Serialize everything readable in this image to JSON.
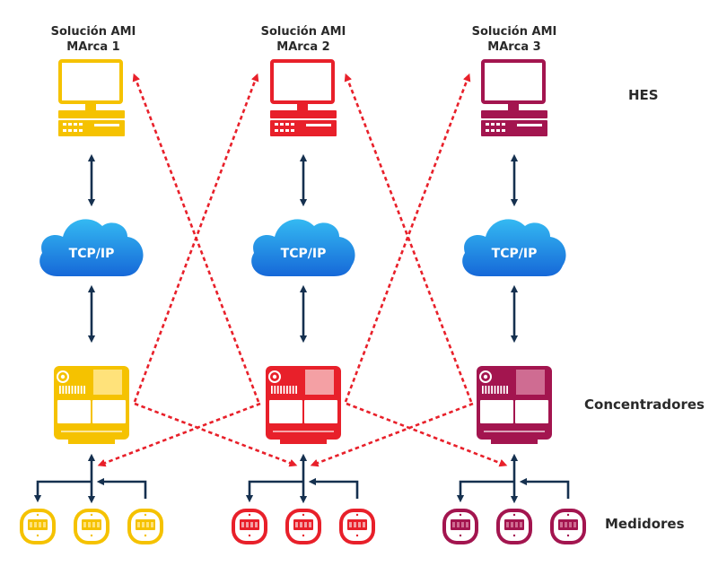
{
  "vendors": [
    {
      "title_line1": "Solución AMI",
      "title_line2": "MArca 1",
      "color": "#f5c200",
      "light": "#ffe27a"
    },
    {
      "title_line1": "Solución AMI",
      "title_line2": "MArca 2",
      "color": "#e8202a",
      "light": "#f4a0a4"
    },
    {
      "title_line1": "Solución AMI",
      "title_line2": "MArca 3",
      "color": "#a3154f",
      "light": "#cf6c92"
    }
  ],
  "cloud_label": "TCP/IP",
  "row_labels": {
    "hes": "HES",
    "concentradores": "Concentradores",
    "medidores": "Medidores"
  },
  "colors": {
    "arrow": "#15304f",
    "crosslink": "#e8202a"
  },
  "icons": {
    "hes": "hes-server-icon",
    "cloud": "cloud-icon",
    "concentrator": "concentrator-icon",
    "meter": "meter-icon"
  }
}
